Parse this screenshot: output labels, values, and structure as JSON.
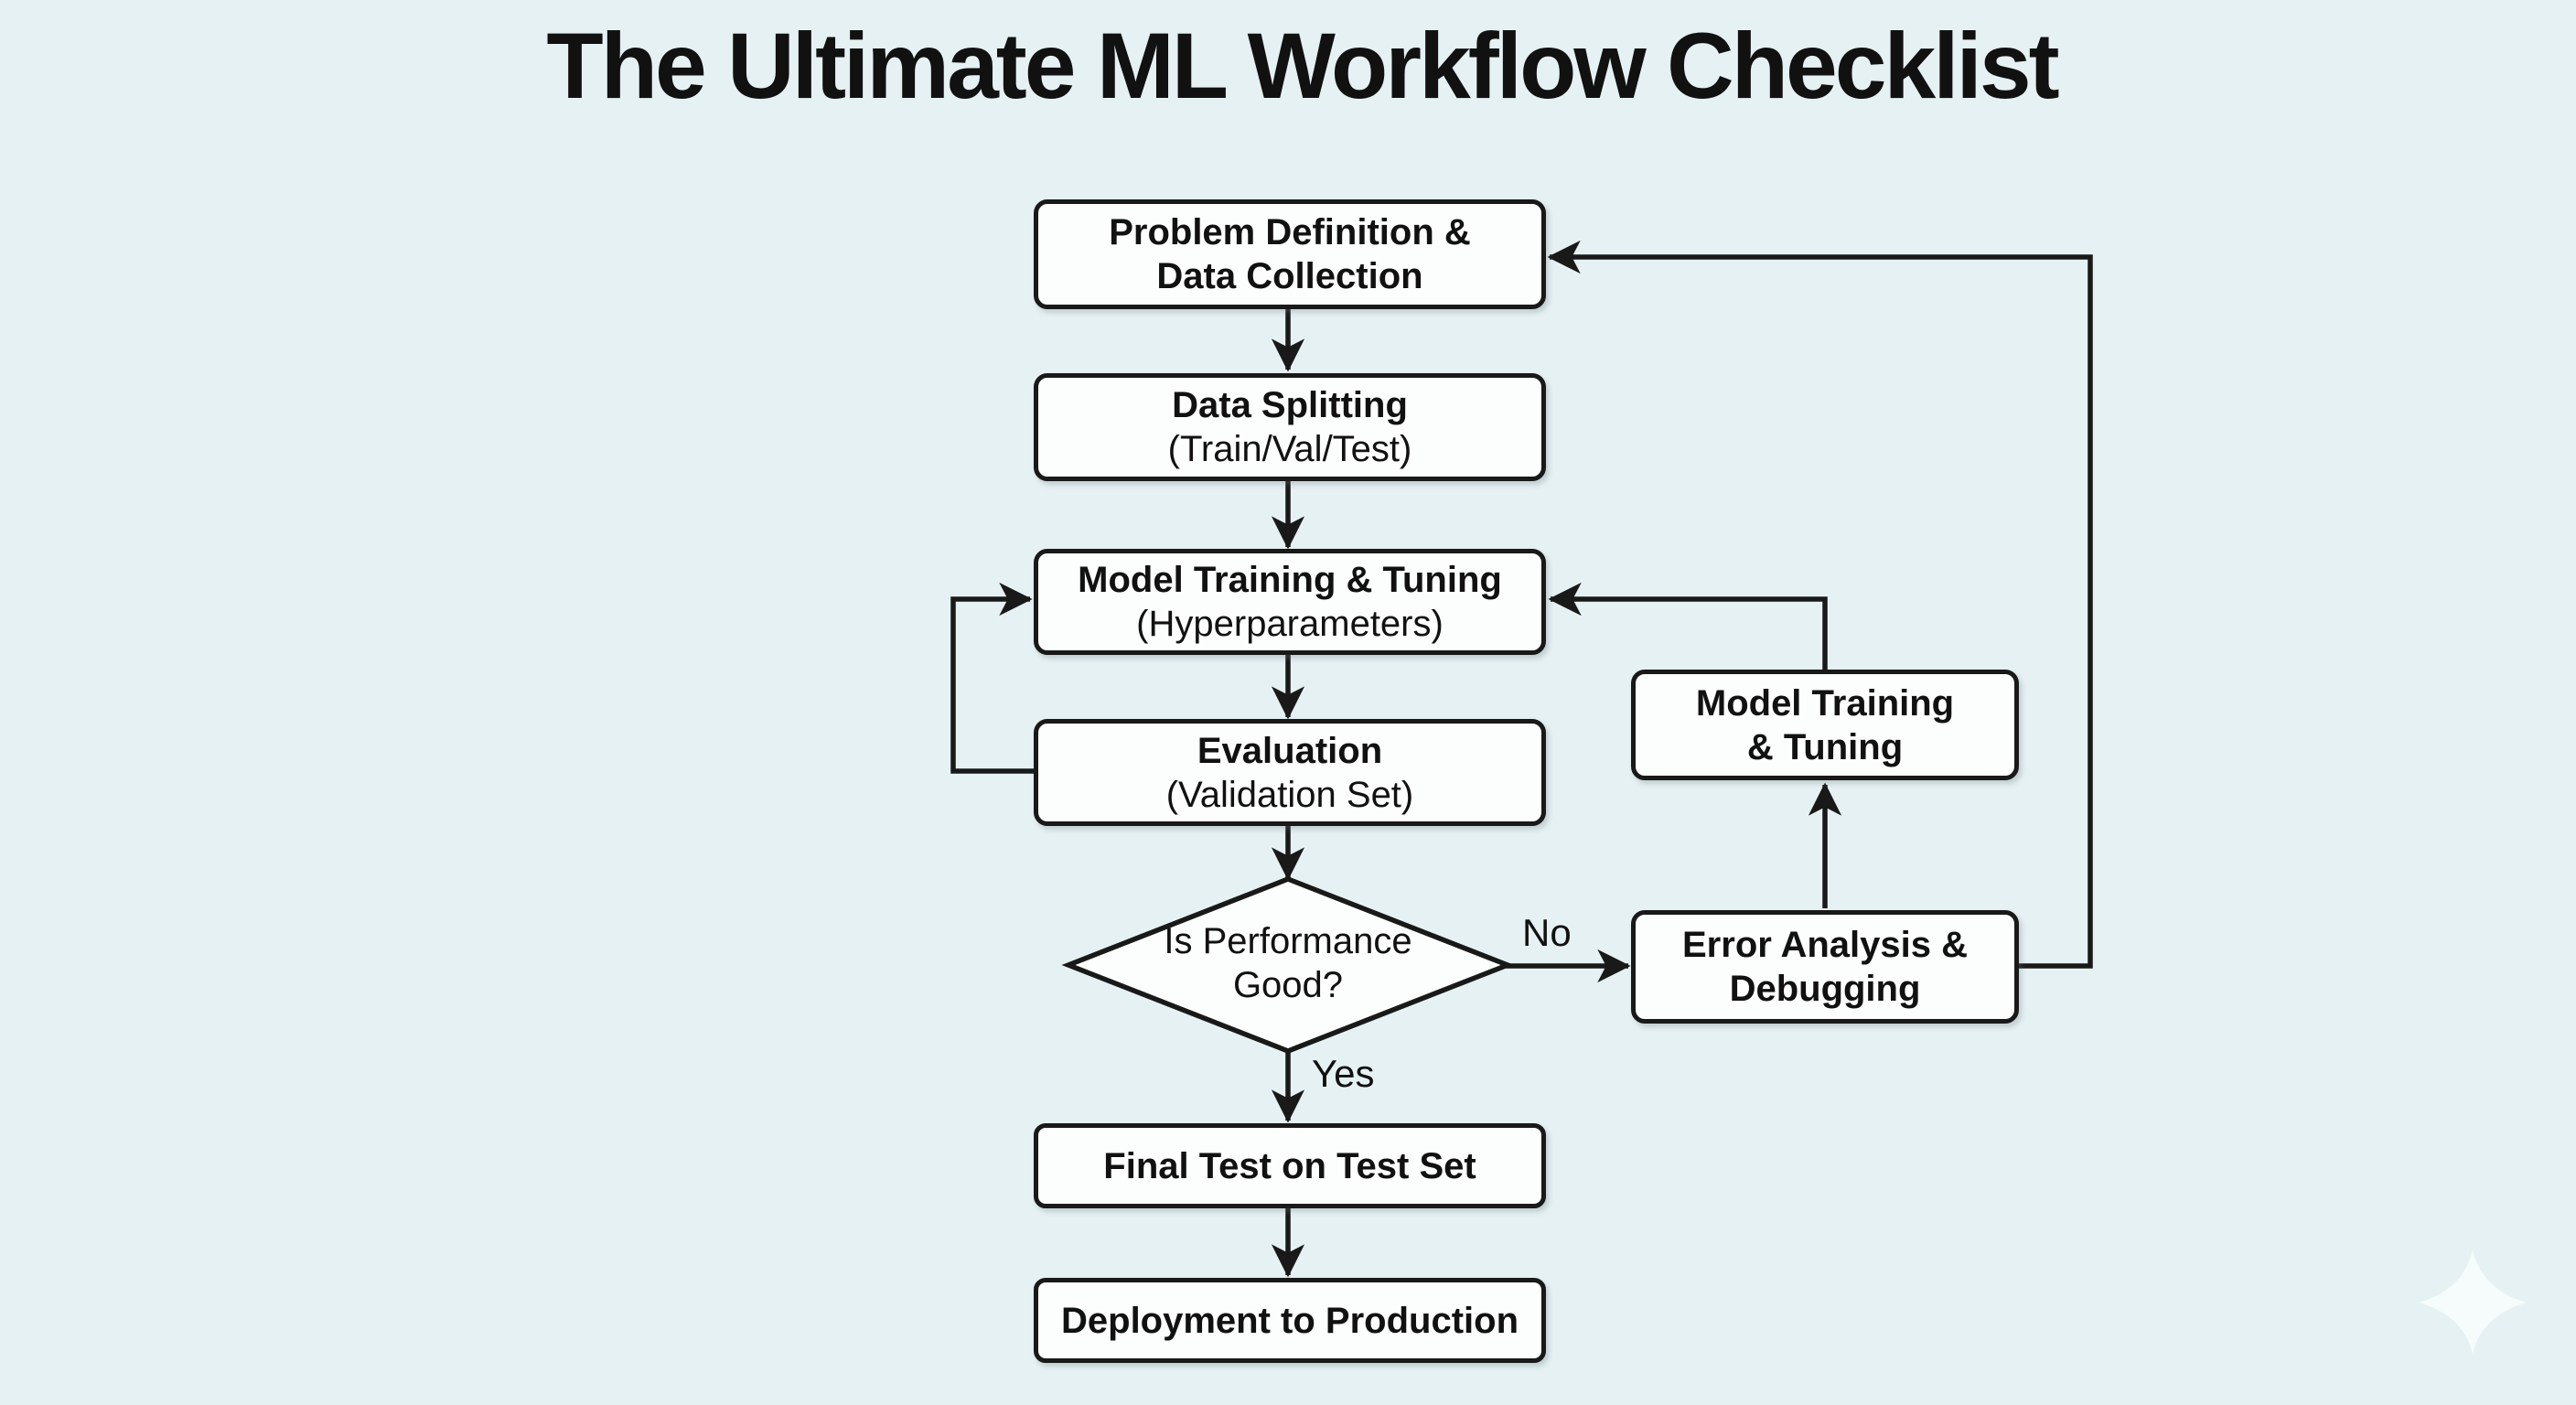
{
  "page": {
    "title": "The Ultimate ML Workflow Checklist"
  },
  "colors": {
    "background": "#e6f1f3",
    "node_fill": "#fcfdfd",
    "stroke": "#191919",
    "text": "#111111"
  },
  "nodes": {
    "problem": {
      "line1": "Problem Definition &",
      "line2": "Data Collection"
    },
    "split": {
      "line1": "Data Splitting",
      "line2": "(Train/Val/Test)"
    },
    "train": {
      "line1": "Model Training & Tuning",
      "line2": "(Hyperparameters)"
    },
    "eval": {
      "line1": "Evaluation",
      "line2": "(Validation Set)"
    },
    "decision": {
      "line1": "Is Performance",
      "line2": "Good?"
    },
    "final_test": {
      "line1": "Final Test on Test Set"
    },
    "deploy": {
      "line1": "Deployment to Production"
    },
    "train_loop": {
      "line1": "Model Training",
      "line2": "& Tuning"
    },
    "error": {
      "line1": "Error Analysis &",
      "line2": "Debugging"
    }
  },
  "edges": {
    "yes_label": "Yes",
    "no_label": "No"
  }
}
